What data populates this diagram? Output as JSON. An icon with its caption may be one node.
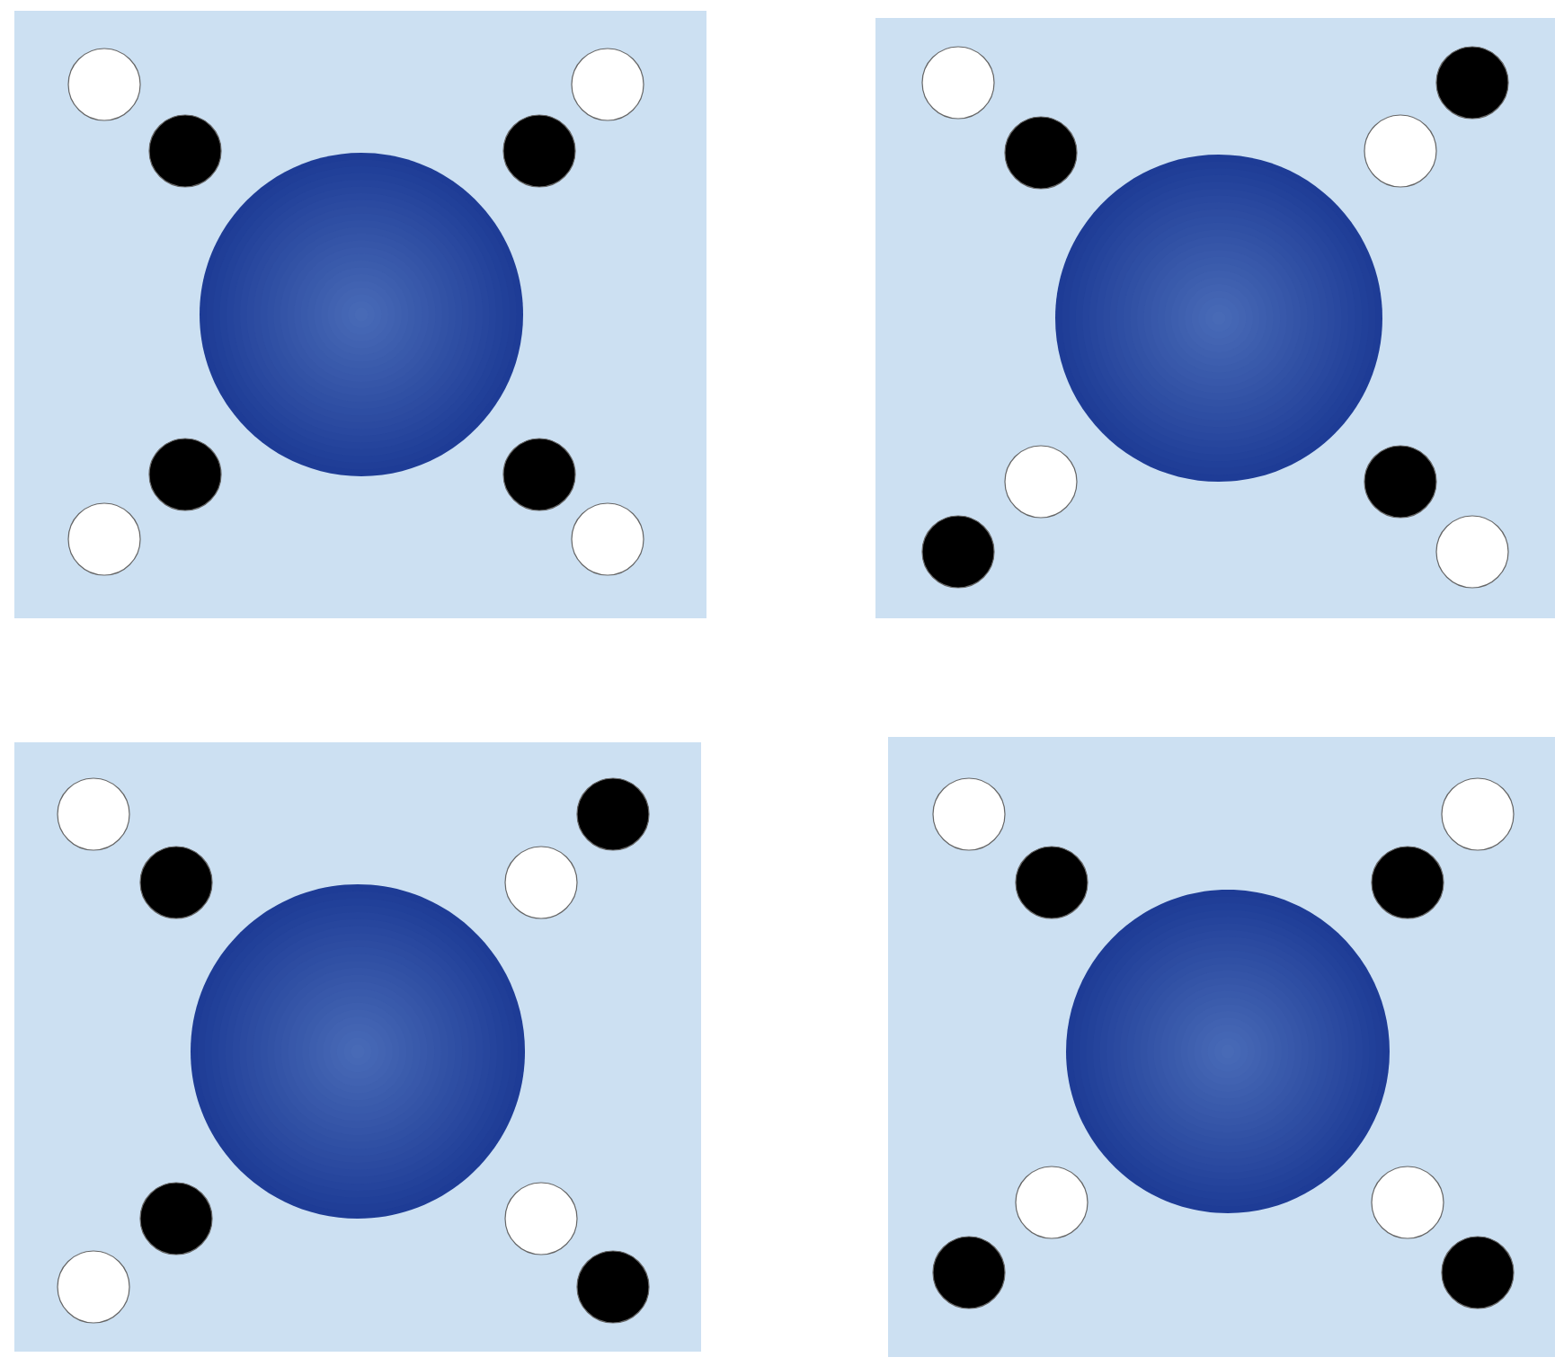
{
  "diagram": {
    "nodes": [
      {
        "text": [],
        "shape": "box"
      },
      {
        "text": [],
        "shape": "circle",
        "in": 0
      },
      {
        "text": [],
        "shape": "circle",
        "in": 0
      },
      {
        "text": [],
        "shape": "circle",
        "in": 0
      },
      {
        "text": [],
        "shape": "circle",
        "in": 0
      },
      {
        "text": [],
        "shape": "circle",
        "in": 0
      },
      {
        "text": [],
        "shape": "circle",
        "in": 0
      },
      {
        "text": [],
        "shape": "circle",
        "in": 0
      },
      {
        "text": [],
        "shape": "circle",
        "in": 0
      },
      {
        "text": [],
        "shape": "circle",
        "in": 0
      },
      {
        "text": [],
        "shape": "box"
      },
      {
        "text": [],
        "shape": "circle",
        "in": 10
      },
      {
        "text": [],
        "shape": "circle",
        "in": 10
      },
      {
        "text": [],
        "shape": "circle",
        "in": 10
      },
      {
        "text": [],
        "shape": "circle",
        "in": 10
      },
      {
        "text": [],
        "shape": "circle",
        "in": 10
      },
      {
        "text": [],
        "shape": "circle",
        "in": 10
      },
      {
        "text": [],
        "shape": "circle",
        "in": 10
      },
      {
        "text": [],
        "shape": "circle",
        "in": 10
      },
      {
        "text": [],
        "shape": "circle",
        "in": 10
      },
      {
        "text": [],
        "shape": "box"
      },
      {
        "text": [],
        "shape": "circle",
        "in": 20
      },
      {
        "text": [],
        "shape": "circle",
        "in": 20
      },
      {
        "text": [],
        "shape": "circle",
        "in": 20
      },
      {
        "text": [],
        "shape": "circle",
        "in": 20
      },
      {
        "text": [],
        "shape": "circle",
        "in": 20
      },
      {
        "text": [],
        "shape": "circle",
        "in": 20
      },
      {
        "text": [],
        "shape": "circle",
        "in": 20
      },
      {
        "text": [],
        "shape": "circle",
        "in": 20
      },
      {
        "text": [],
        "shape": "circle",
        "in": 20
      },
      {
        "text": [],
        "shape": "box"
      },
      {
        "text": [],
        "shape": "circle",
        "in": 30
      },
      {
        "text": [],
        "shape": "circle",
        "in": 30
      },
      {
        "text": [],
        "shape": "circle",
        "in": 30
      },
      {
        "text": [],
        "shape": "circle",
        "in": 30
      },
      {
        "text": [],
        "shape": "circle",
        "in": 30
      },
      {
        "text": [],
        "shape": "circle",
        "in": 30
      },
      {
        "text": [],
        "shape": "circle",
        "in": 30
      },
      {
        "text": [],
        "shape": "circle",
        "in": 30
      },
      {
        "text": [],
        "shape": "circle",
        "in": 30
      }
    ]
  }
}
